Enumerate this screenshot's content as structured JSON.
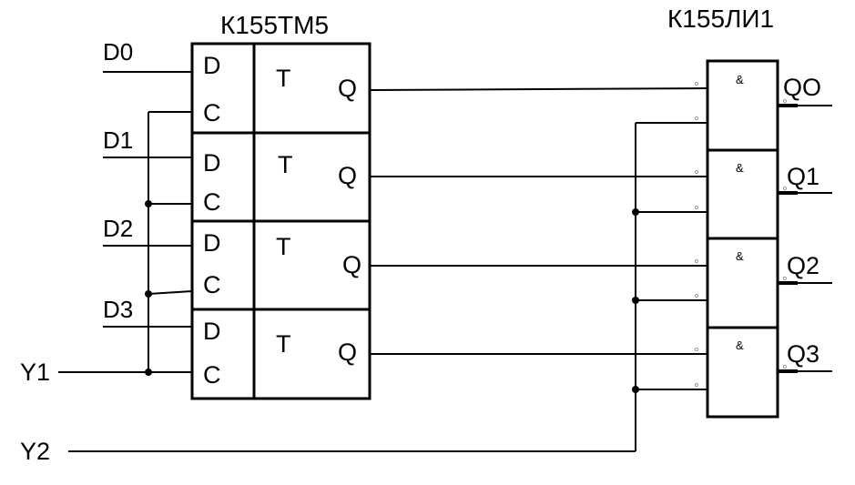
{
  "trigger_chip": {
    "title": "К155ТМ5",
    "cells": [
      {
        "d_label": "D",
        "c_label": "C",
        "t_label": "T",
        "q_label": "Q"
      },
      {
        "d_label": "D",
        "c_label": "C",
        "t_label": "T",
        "q_label": "Q"
      },
      {
        "d_label": "D",
        "c_label": "C",
        "t_label": "T",
        "q_label": "Q"
      },
      {
        "d_label": "D",
        "c_label": "C",
        "t_label": "T",
        "q_label": "Q"
      }
    ]
  },
  "gate_chip": {
    "title": "К155ЛИ1",
    "gates": [
      {
        "symbol": "&",
        "output": "QO"
      },
      {
        "symbol": "&",
        "output": "Q1"
      },
      {
        "symbol": "&",
        "output": "Q2"
      },
      {
        "symbol": "&",
        "output": "Q3"
      }
    ],
    "pin_mark": "o"
  },
  "inputs": {
    "data": [
      "D0",
      "D1",
      "D2",
      "D3"
    ],
    "y1": "Y1",
    "y2": "Y2"
  }
}
